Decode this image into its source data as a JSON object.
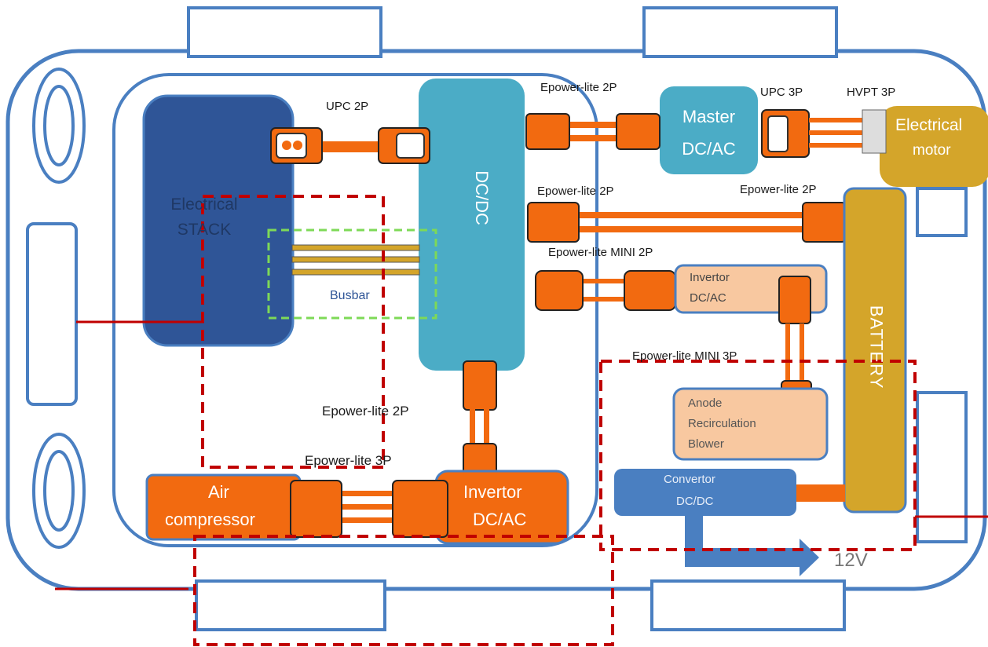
{
  "blocks": {
    "stack": "Electrical STACK",
    "dcdc": "DC/DC",
    "master_dcac_line1": "Master",
    "master_dcac_line2": "DC/AC",
    "motor_line1": "Electrical",
    "motor_line2": "motor",
    "battery": "BATTERY",
    "invertor_small_line1": "Invertor",
    "invertor_small_line2": "DC/AC",
    "anode_line1": "Anode",
    "anode_line2": "Recirculation",
    "anode_line3": "Blower",
    "convertor_line1": "Convertor",
    "convertor_line2": "DC/DC",
    "air_line1": "Air",
    "air_line2": "compressor",
    "invertor_big_line1": "Invertor",
    "invertor_big_line2": "DC/AC"
  },
  "connectors": {
    "upc2p": "UPC 2P",
    "upc3p": "UPC 3P",
    "hvpt3p": "HVPT 3P",
    "epower_top": "Epower-lite 2P",
    "epower_mid_left": "Epower-lite 2P",
    "epower_mid_right": "Epower-lite 2P",
    "epower_mini2p": "Epower-lite MINI 2P",
    "epower_mini3p": "Epower-lite MINI 3P",
    "epower_bottom_2p": "Epower-lite 2P",
    "epower_3p": "Epower-lite 3P",
    "busbar": "Busbar",
    "v12": "12V"
  },
  "colors": {
    "outline": "#4a7fc1",
    "stack": "#2f5597",
    "dcdc": "#4bacc6",
    "gold": "#d4a52a",
    "orange": "#f26a10",
    "peach": "#f8c8a0",
    "convertor": "#4a7fc1",
    "red_dash": "#c00000",
    "green_dash": "#7ed957"
  }
}
